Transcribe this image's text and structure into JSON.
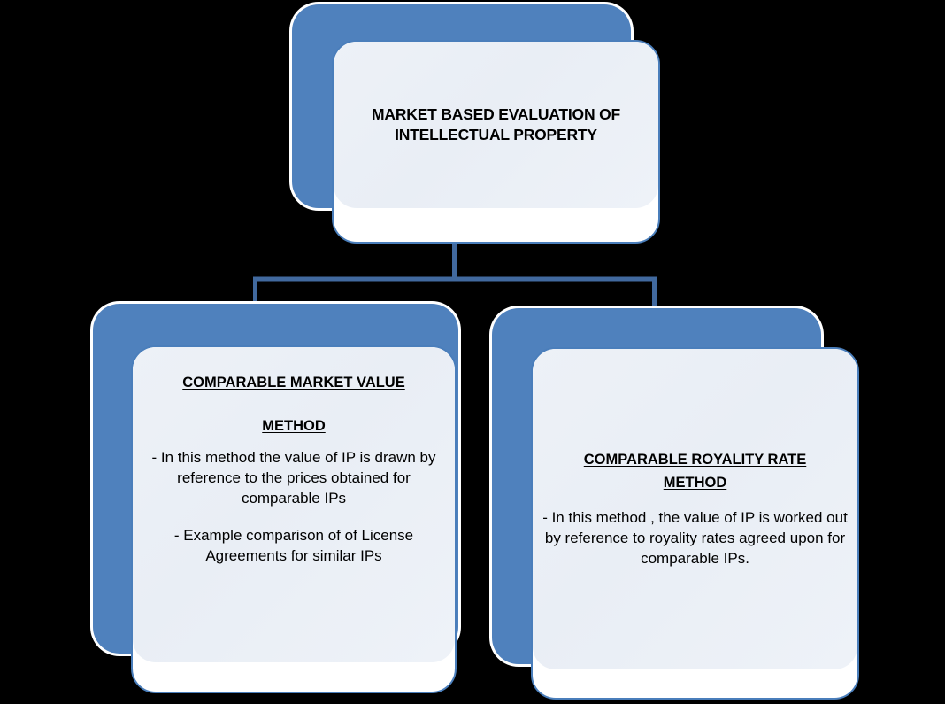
{
  "diagram": {
    "type": "org-chart",
    "background_color": "#000000",
    "accent_color": "#4F81BD",
    "panel_color": "#EDF1F7",
    "card_color": "#FFFFFF",
    "text_color": "#000000",
    "connector_color": "#41699E"
  },
  "root": {
    "title": "MARKET BASED EVALUATION OF INTELLECTUAL PROPERTY"
  },
  "children": [
    {
      "heading_line_1": "COMPARABLE MARKET VALUE",
      "heading_line_2": "METHOD",
      "body_1": "- In this method  the value of IP is drawn by reference to the prices  obtained  for comparable IPs",
      "body_2": "- Example comparison of of License Agreements  for similar IPs"
    },
    {
      "heading_line_1": "COMPARABLE ROYALITY RATE",
      "heading_line_2": "METHOD",
      "body_1": "- In this method , the value of IP is worked out  by reference to royality rates  agreed upon for comparable IPs.",
      "body_2": ""
    }
  ]
}
